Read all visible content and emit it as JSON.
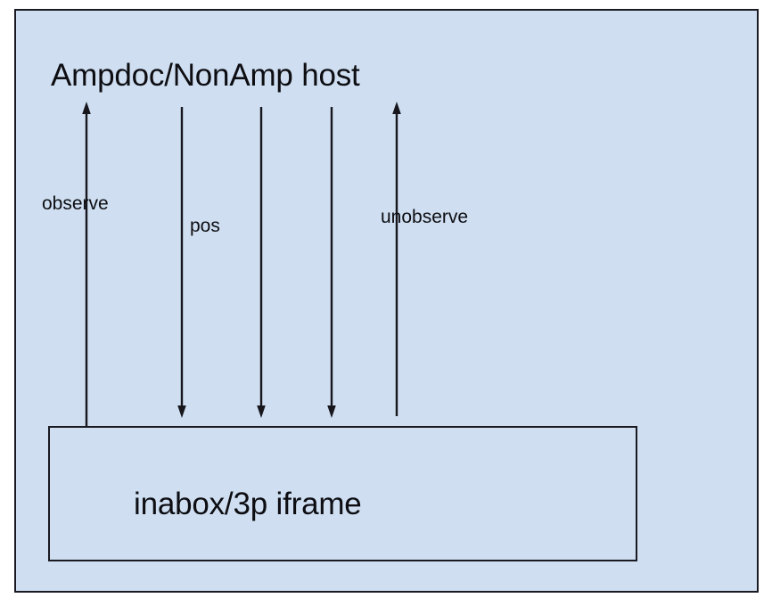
{
  "diagram": {
    "type": "block-arrow-diagram",
    "background_color": "#ffffff",
    "nodes": [
      {
        "id": "host",
        "label": "Ampdoc/NonAmp host",
        "role": "outer-container",
        "fill_color": "#cfdff1",
        "border_color": "#1a1a22"
      },
      {
        "id": "iframe",
        "label": "inabox/3p iframe",
        "role": "inner-container",
        "fill_color": "#cfdff1",
        "border_color": "#1a1a22"
      }
    ],
    "edges": [
      {
        "id": "edge-observe",
        "label": "observe",
        "from": "iframe",
        "to": "host",
        "direction": "up",
        "arrowhead": "top"
      },
      {
        "id": "edge-pos-1",
        "label": "pos",
        "from": "host",
        "to": "iframe",
        "direction": "down",
        "arrowhead": "bottom"
      },
      {
        "id": "edge-pos-2",
        "label": "",
        "from": "host",
        "to": "iframe",
        "direction": "down",
        "arrowhead": "bottom"
      },
      {
        "id": "edge-pos-3",
        "label": "",
        "from": "host",
        "to": "iframe",
        "direction": "down",
        "arrowhead": "bottom"
      },
      {
        "id": "edge-unobserve",
        "label": "unobserve",
        "from": "iframe",
        "to": "host",
        "direction": "up",
        "arrowhead": "top"
      }
    ],
    "labels": {
      "observe": "observe",
      "pos": "pos",
      "unobserve": "unobserve"
    }
  }
}
